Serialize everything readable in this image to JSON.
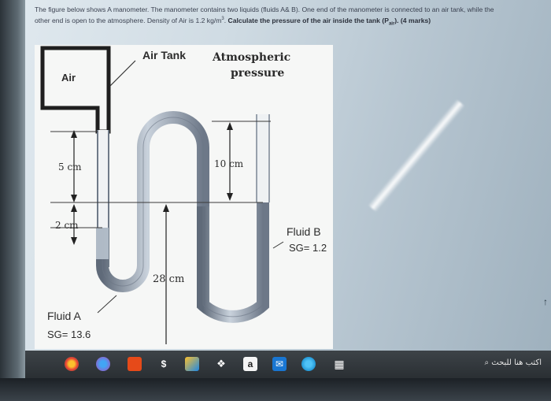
{
  "question": {
    "text_1": "The figure below shows A manometer. The manometer contains two liquids (fluids A& B). One end of the manometer is connected to an air tank, while the other end is open to the atmosphere. Density of Air is 1.2 kg/m",
    "sup": "3",
    "text_2": ". ",
    "bold_1": "Calculate the pressure of the air inside the tank (P",
    "sub": "air",
    "bold_2": "). (4 marks)"
  },
  "figure": {
    "air_label": "Air",
    "air_tank_label": "Air Tank",
    "atm_label_1": "Atmospheric",
    "atm_label_2": "pressure",
    "dim_5cm": "5 cm",
    "dim_2cm": "2 cm",
    "dim_10cm": "10 cm",
    "dim_28cm": "28 cm",
    "fluid_b_label": "Fluid B",
    "fluid_b_sg": "SG= 1.2",
    "fluid_a_label": "Fluid A",
    "fluid_a_sg": "SG= 13.6"
  },
  "taskbar": {
    "search_placeholder": "اكتب هنا للبحث",
    "icons": [
      "chrome-icon",
      "gallery-icon",
      "office-icon",
      "steam-icon",
      "photos-icon",
      "dropbox-icon",
      "amazon-icon",
      "mail-icon",
      "edge-icon",
      "calculator-icon"
    ],
    "amazon_glyph": "a",
    "steam_glyph": "$",
    "calc_glyph": "▦"
  }
}
